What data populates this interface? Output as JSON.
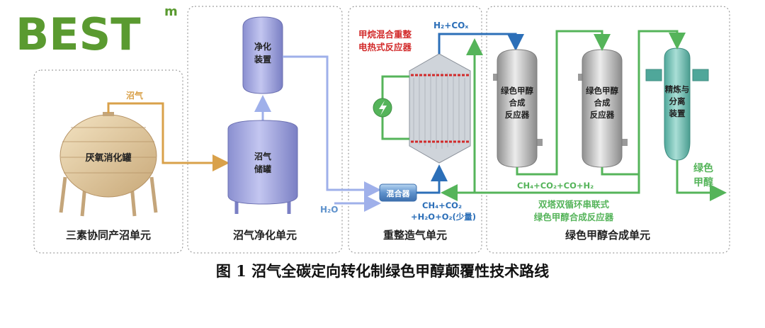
{
  "logo": {
    "text": "BEST",
    "superscript": "m",
    "color": "#5a9a30"
  },
  "units": {
    "u1": "三素协同产沼单元",
    "u2": "沼气净化单元",
    "u3": "重整造气单元",
    "u4": "绿色甲醇合成单元"
  },
  "equipment": {
    "digester": "厌氧消化罐",
    "purifier_l1": "净化",
    "purifier_l2": "装置",
    "storage_l1": "沼气",
    "storage_l2": "储罐",
    "reformer_l1": "甲烷混合重整",
    "reformer_l2": "电热式反应器",
    "mixer": "混合器",
    "reactor1_l1": "绿色甲醇",
    "reactor1_l2": "合成",
    "reactor1_l3": "反应器",
    "reactor2_l1": "绿色甲醇",
    "reactor2_l2": "合成",
    "reactor2_l3": "反应器",
    "refiner_l1": "精炼与",
    "refiner_l2": "分离",
    "refiner_l3": "装置"
  },
  "streams": {
    "biogas": "沼气",
    "water": "H₂O",
    "syngas": "H₂+COₓ",
    "feed_l1": "CH₄+CO₂",
    "feed_l2": "+H₂O+O₂(少量)",
    "recycle": "CH₄+CO₂+CO+H₂",
    "product_l1": "绿色",
    "product_l2": "甲醇"
  },
  "notes": {
    "tower_l1": "双塔双循环串联式",
    "tower_l2": "绿色甲醇合成反应器"
  },
  "caption": "图 1  沼气全碳定向转化制绿色甲醇颠覆性技术路线",
  "colors": {
    "biogas": "#d9a14a",
    "purified": "#9fb0ea",
    "syngas": "#2c6fb8",
    "green": "#55b45a",
    "red_title": "#d22a2a"
  }
}
